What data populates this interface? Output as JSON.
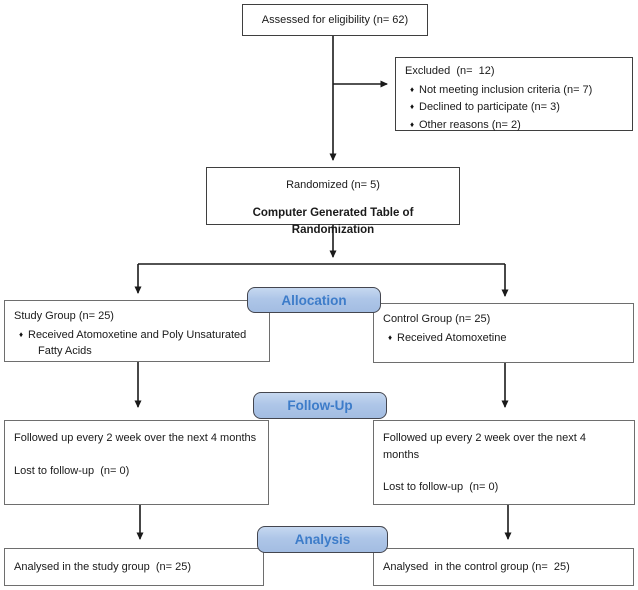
{
  "icons": {
    "diamond_bullet": "♦",
    "arrowhead": "▼"
  },
  "colors": {
    "stage_fill": "#aec6e8",
    "stage_fill_light": "#c6d8f0",
    "stage_text": "#3d7cc9",
    "stage_border": "#44464f",
    "box_border_dark": "#3f3f3f",
    "box_border_gray": "#6e6e6e",
    "connector": "#1a1a1a",
    "background": "#ffffff"
  },
  "diagram": {
    "assessed": {
      "label": "Assessed for eligibility (n= 62)"
    },
    "excluded": {
      "title": "Excluded  (n=  12)",
      "items": [
        "Not meeting inclusion criteria (n= 7)",
        "Declined to participate (n= 3)",
        "Other reasons (n= 2)"
      ]
    },
    "randomized": {
      "line1": "Randomized (n= 5)",
      "line2": "Computer Generated Table of Randomization"
    },
    "stages": {
      "allocation": "Allocation",
      "followup": "Follow-Up",
      "analysis": "Analysis"
    },
    "study_group": {
      "title": "Study Group (n= 25)",
      "items": [
        "Received Atomoxetine and Poly Unsaturated Fatty Acids"
      ]
    },
    "control_group": {
      "title": "Control Group (n= 25)",
      "items": [
        "Received Atomoxetine"
      ]
    },
    "study_followup": {
      "line1": "Followed up every 2 week over the next 4 months",
      "line2": "Lost to follow-up  (n= 0)"
    },
    "control_followup": {
      "line1": "Followed up every 2 week over the next 4 months",
      "line2": "Lost to follow-up  (n= 0)"
    },
    "study_analysis": {
      "label": "Analysed in the study group  (n= 25)"
    },
    "control_analysis": {
      "label": "Analysed  in the control group (n=  25)"
    }
  }
}
